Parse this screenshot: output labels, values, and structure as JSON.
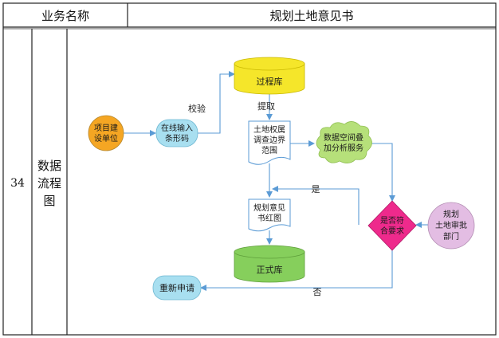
{
  "table": {
    "header_col1": "业务名称",
    "header_col2": "规划土地意见书",
    "row_number": "34",
    "row_label_lines": [
      "数据",
      "流程",
      "图"
    ]
  },
  "nodes": {
    "project_unit": {
      "lines": [
        "项目建",
        "设单位"
      ],
      "color": "#f5a623"
    },
    "online_input": {
      "lines": [
        "在线输入",
        "条形码"
      ],
      "color": "#a8dff0"
    },
    "process_db": {
      "label": "过程库",
      "color": "#f5e62a"
    },
    "land_survey_doc": {
      "lines": [
        "土地权属",
        "调查边界",
        "范围"
      ]
    },
    "spatial_service": {
      "lines": [
        "数据空间叠",
        "加分析服务"
      ],
      "color": "#b6e07a"
    },
    "decision": {
      "lines": [
        "是否符",
        "合要求"
      ],
      "color": "#ee2a8c"
    },
    "approval_dept": {
      "lines": [
        "规划",
        "土地审批",
        "部门"
      ],
      "color": "#e3bde3"
    },
    "plan_opinion_doc": {
      "lines": [
        "规划意见",
        "书红图"
      ]
    },
    "official_db": {
      "label": "正式库",
      "color": "#86cf5c"
    },
    "reapply": {
      "label": "重新申请",
      "color": "#a8dff0"
    }
  },
  "edges": {
    "verify": "校验",
    "extract": "提取",
    "yes": "是",
    "no": "否"
  },
  "colors": {
    "arrow": "#5b9bd5",
    "border": "#222222"
  }
}
